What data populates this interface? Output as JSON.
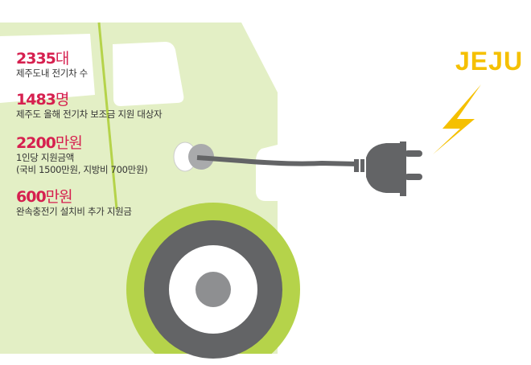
{
  "title": "JEJU",
  "stats": [
    {
      "value": "2335",
      "unit": "대",
      "desc": [
        "제주도내 전기차 수"
      ]
    },
    {
      "value": "1483",
      "unit": "명",
      "desc": [
        "제주도 올해 전기차 보조금 지원 대상자"
      ]
    },
    {
      "value": "2200",
      "unit": "만원",
      "desc": [
        "1인당 지원금액",
        "(국비 1500만원, 지방비 700만원)"
      ]
    },
    {
      "value": "600",
      "unit": "만원",
      "desc": [
        "완속충전기 설치비 추가 지원금"
      ]
    }
  ],
  "colors": {
    "accent": "#d6204f",
    "car": "#e3efc5",
    "wheel_arch": "#b5d34a",
    "jeju": "#f5c000",
    "plug": "#636466"
  }
}
